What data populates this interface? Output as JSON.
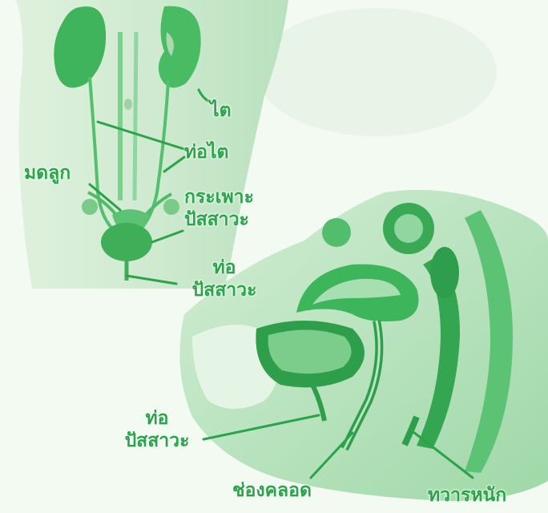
{
  "labels": {
    "kidney": "ไต",
    "ureter": "ท่อไต",
    "uterus": "มดลูก",
    "bladder_line1": "กระเพาะ",
    "bladder_line2": "ปัสสาวะ",
    "urethra_top_line1": "ท่อ",
    "urethra_top_line2": "ปัสสาวะ",
    "urethra_bottom_line1": "ท่อ",
    "urethra_bottom_line2": "ปัสสาวะ",
    "vagina": "ช่องคลอด",
    "anus": "ทวารหนัก"
  },
  "colors": {
    "label": "#2aa34a",
    "organ": "#4fc06a",
    "leader": "#2aa34a"
  }
}
